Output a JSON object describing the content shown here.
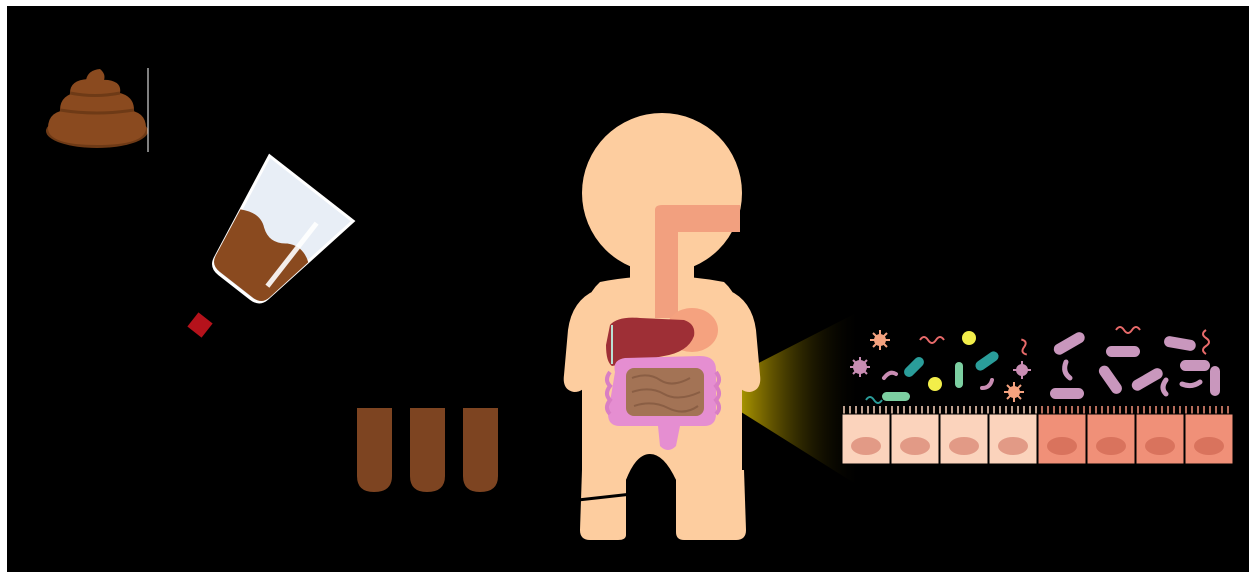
{
  "colors": {
    "background": "#000000",
    "frame": "#ffffff",
    "skin": "#fdcd9f",
    "esophagus": "#f2a07f",
    "stomach": "#f5a27f",
    "liver": "#9e2f36",
    "small_intestine": "#a37355",
    "colon": "#e58ed1",
    "stool": "#8a4a1f",
    "tube_stool": "#7d4421",
    "beaker_glass": "#e8eef6",
    "sieve_square": "#b5121b",
    "glow": "#ffe60a",
    "epithelium_healthy": "#fbd3bc",
    "epithelium_inflamed": "#f09078",
    "nucleus": "#e29a86",
    "rod_bacteria": "#c997bd"
  },
  "icons": [
    "stool-icon",
    "beaker-icon",
    "filter-square-icon",
    "test-tube-icon",
    "child-body-icon",
    "liver-icon",
    "stomach-icon",
    "intestine-icon",
    "microbiota-icon",
    "epithelium-icon"
  ],
  "test_tubes": {
    "count": 3
  },
  "epithelium": {
    "healthy_cells": 4,
    "inflamed_cells": 4
  }
}
